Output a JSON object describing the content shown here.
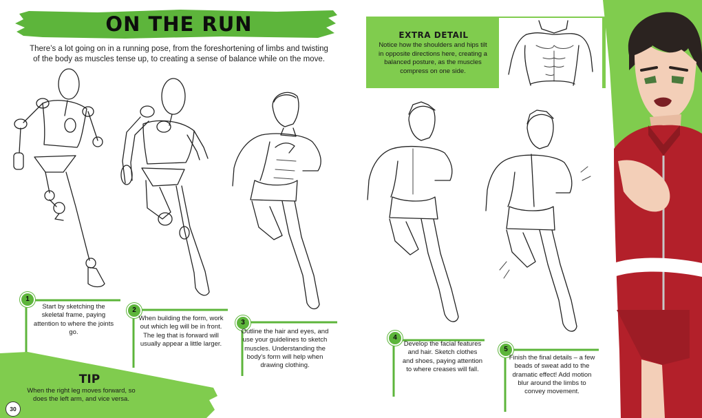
{
  "title": "ON THE RUN",
  "intro": "There’s a lot going on in a running pose, from the foreshortening of limbs and twisting of the body as muscles tense up, to creating a sense of balance while on the move.",
  "extra_detail": {
    "heading": "EXTRA DETAIL",
    "body": "Notice how the shoulders and hips tilt in opposite directions here, creating a balanced posture, as the muscles compress on one side."
  },
  "steps": [
    {
      "number": "1",
      "text": "Start by sketching the skeletal frame, paying attention to where the joints go."
    },
    {
      "number": "2",
      "text": "When building the form, work out which leg will be in front. The leg that is forward will usually appear a little larger."
    },
    {
      "number": "3",
      "text": "Outline the hair and eyes, and use your guidelines to sketch muscles. Understanding the body’s form will help when drawing clothing."
    },
    {
      "number": "4",
      "text": "Develop the facial features and hair. Sketch clothes and shoes, paying attention to where creases will fall."
    },
    {
      "number": "5",
      "text": "Finish the final details – a few beads of sweat add to the dramatic effect! Add motion blur around the limbs to convey movement."
    }
  ],
  "tip": {
    "heading": "TIP",
    "body": "When the right leg moves forward, so does the left arm, and vice versa."
  },
  "page_number": "30",
  "colors": {
    "accent_green": "#5db53b",
    "light_green": "#80cc4e",
    "runner_jacket": "#b3202a"
  },
  "icons": {
    "step_badge": "numbered-circle-icon"
  }
}
